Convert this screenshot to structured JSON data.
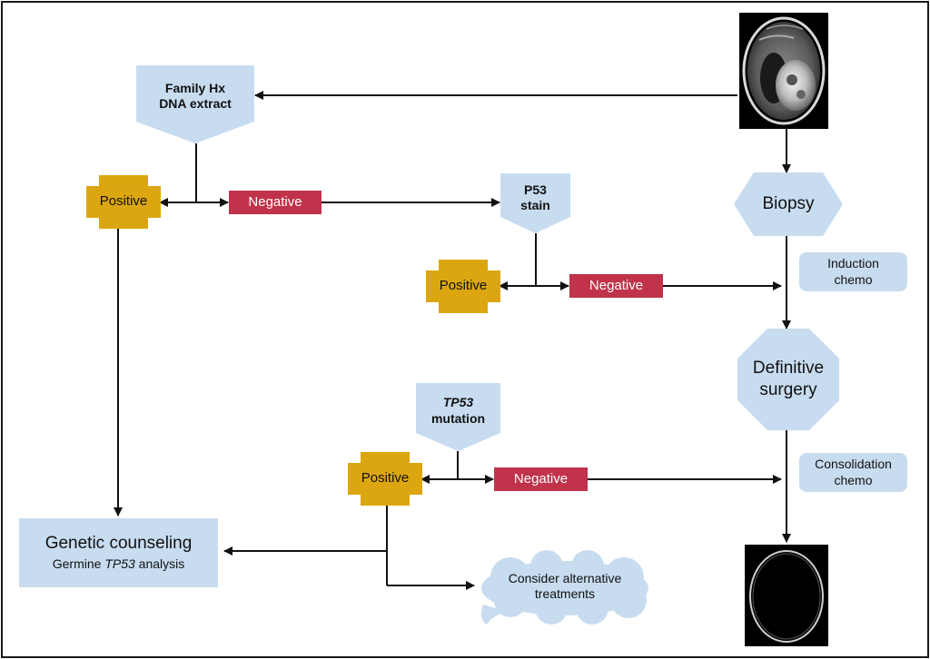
{
  "nodes": {
    "family_hx": {
      "line1": "Family Hx",
      "line2": "DNA extract"
    },
    "positive_1": "Positive",
    "negative_1": "Negative",
    "p53_stain": {
      "line1": "P53",
      "line2": "stain"
    },
    "positive_2": "Positive",
    "negative_2": "Negative",
    "tp53_mutation": {
      "line1": "TP53",
      "line2": "mutation"
    },
    "positive_3": "Positive",
    "negative_3": "Negative",
    "biopsy": "Biopsy",
    "induction_chemo": {
      "line1": "Induction",
      "line2": "chemo"
    },
    "definitive_surgery": {
      "line1": "Definitive",
      "line2": "surgery"
    },
    "consolidation_chemo": {
      "line1": "Consolidation",
      "line2": "chemo"
    },
    "genetic_counseling": {
      "title": "Genetic counseling",
      "sub_prefix": "Germine ",
      "sub_italic": "TP53",
      "sub_suffix": " analysis"
    },
    "alternative": {
      "line1": "Consider alternative",
      "line2": "treatments"
    }
  },
  "colors": {
    "node_blue": "#c8dcf0",
    "positive_gold": "#dba60f",
    "negative_red": "#c0334a",
    "line": "#111111"
  }
}
